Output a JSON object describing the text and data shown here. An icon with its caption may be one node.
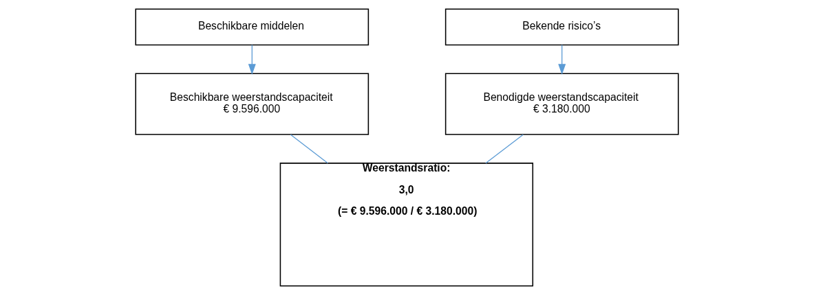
{
  "diagram": {
    "nodes": [
      {
        "text": [
          "Beschikbare middelen"
        ]
      },
      {
        "text": [
          "Bekende risico’s"
        ]
      },
      {
        "text": [
          "Beschikbare weerstandscapaciteit",
          "€ 9.596.000"
        ]
      },
      {
        "text": [
          "Benodigde weerstandscapaciteit",
          "€ 3.180.000"
        ]
      },
      {
        "text": [
          "Weerstandsratio:",
          "3,0",
          "(= € 9.596.000 / € 3.180.000)"
        ]
      }
    ],
    "edges": [
      {
        "from": 0,
        "to": 2,
        "arrow": "to"
      },
      {
        "from": 1,
        "to": 3,
        "arrow": "to"
      },
      {
        "from": 2,
        "to": 4,
        "arrow": "none"
      },
      {
        "from": 3,
        "to": 4,
        "arrow": "none"
      }
    ]
  }
}
